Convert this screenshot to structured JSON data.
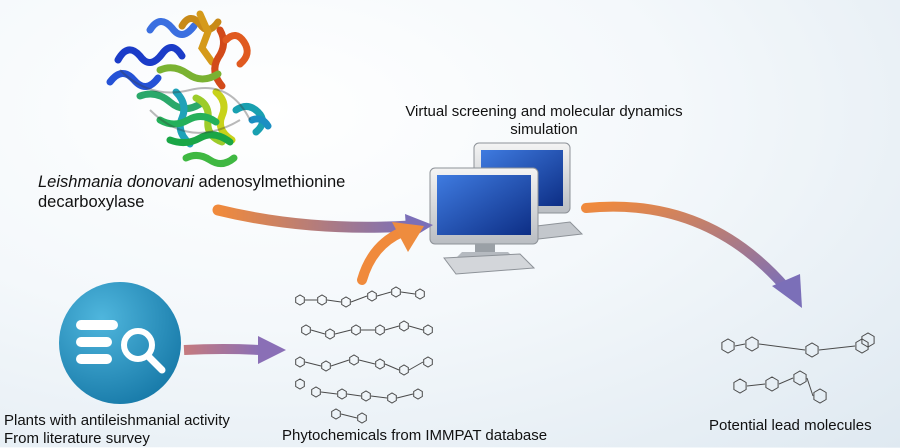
{
  "protein": {
    "species": "Leishmania donovani",
    "enzyme": "adenosylmethionine",
    "enzyme_line2": "decarboxylase"
  },
  "screening": {
    "line1": "Virtual screening and molecular dynamics",
    "line2": "simulation"
  },
  "plants": {
    "line1": "Plants with antileishmanial activity",
    "line2": "From literature survey"
  },
  "phytochemicals": {
    "label": "Phytochemicals from IMMPAT database"
  },
  "leads": {
    "label": "Potential lead molecules"
  },
  "colors": {
    "arrow_start": "#f08a3c",
    "arrow_end": "#7b6fb8",
    "search_icon": "#1f8fb8",
    "monitor_screen": "#1e4fb0"
  },
  "icons": [
    "protein-structure-icon",
    "computer-workstation-icon",
    "database-search-icon",
    "chemical-structures-icon"
  ]
}
